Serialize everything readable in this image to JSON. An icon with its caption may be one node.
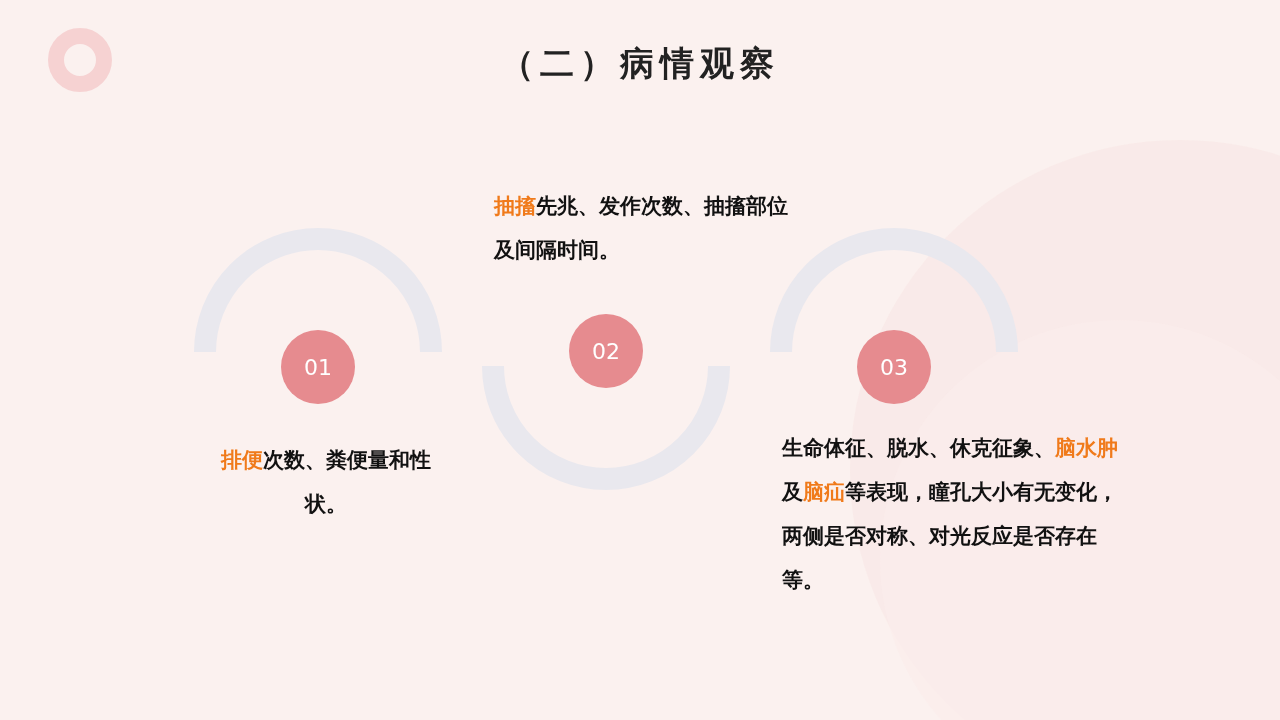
{
  "diagram": {
    "title": "（二）病情观察",
    "nodes": [
      {
        "text": [
          "01"
        ],
        "beside": [
          "**排便**次数、粪便量和性状。"
        ]
      },
      {
        "text": [
          "02"
        ],
        "beside": [
          "**抽搐**先兆、发作次数、抽搐部位及间隔时间。"
        ]
      },
      {
        "text": [
          "03"
        ],
        "beside": [
          "生命体征、脱水、休克征象、**脑水肿**及**脑疝**等表现，瞳孔大小有无变化，两侧是否对称、对光反应是否存在等。"
        ]
      }
    ],
    "edges": []
  }
}
